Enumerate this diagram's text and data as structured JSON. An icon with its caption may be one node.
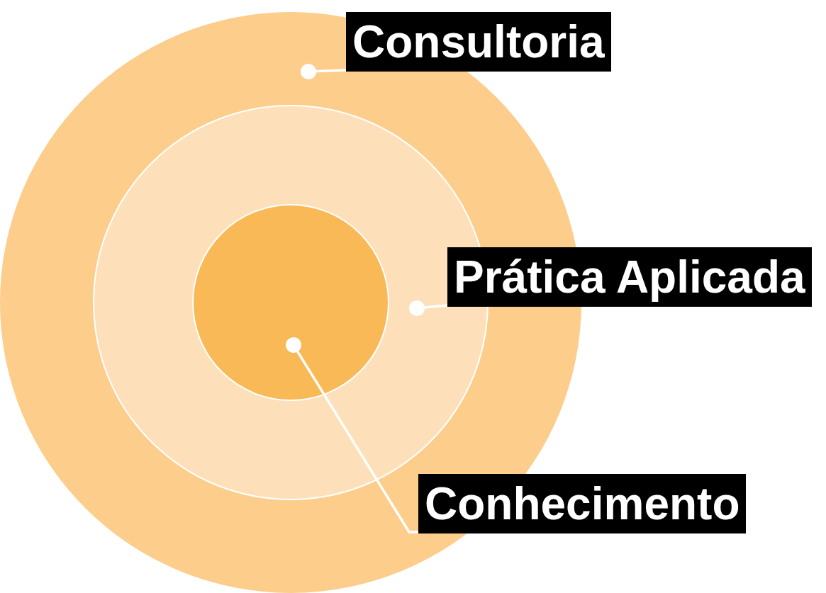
{
  "diagram": {
    "nodes": [
      {
        "text": [],
        "shape": "circle"
      },
      {
        "text": [],
        "shape": "circle",
        "in": 0
      },
      {
        "text": [],
        "shape": "circle",
        "in": 1
      },
      {
        "text": [
          "Consultoria"
        ]
      },
      {
        "text": [
          "Prática Aplicada"
        ]
      },
      {
        "text": [
          "Conhecimento"
        ]
      }
    ],
    "edges": [
      {
        "from": 3,
        "to": 0,
        "arrow": "other"
      },
      {
        "from": 4,
        "to": 1,
        "arrow": "other"
      },
      {
        "from": 5,
        "to": 2,
        "arrow": "other"
      }
    ]
  }
}
